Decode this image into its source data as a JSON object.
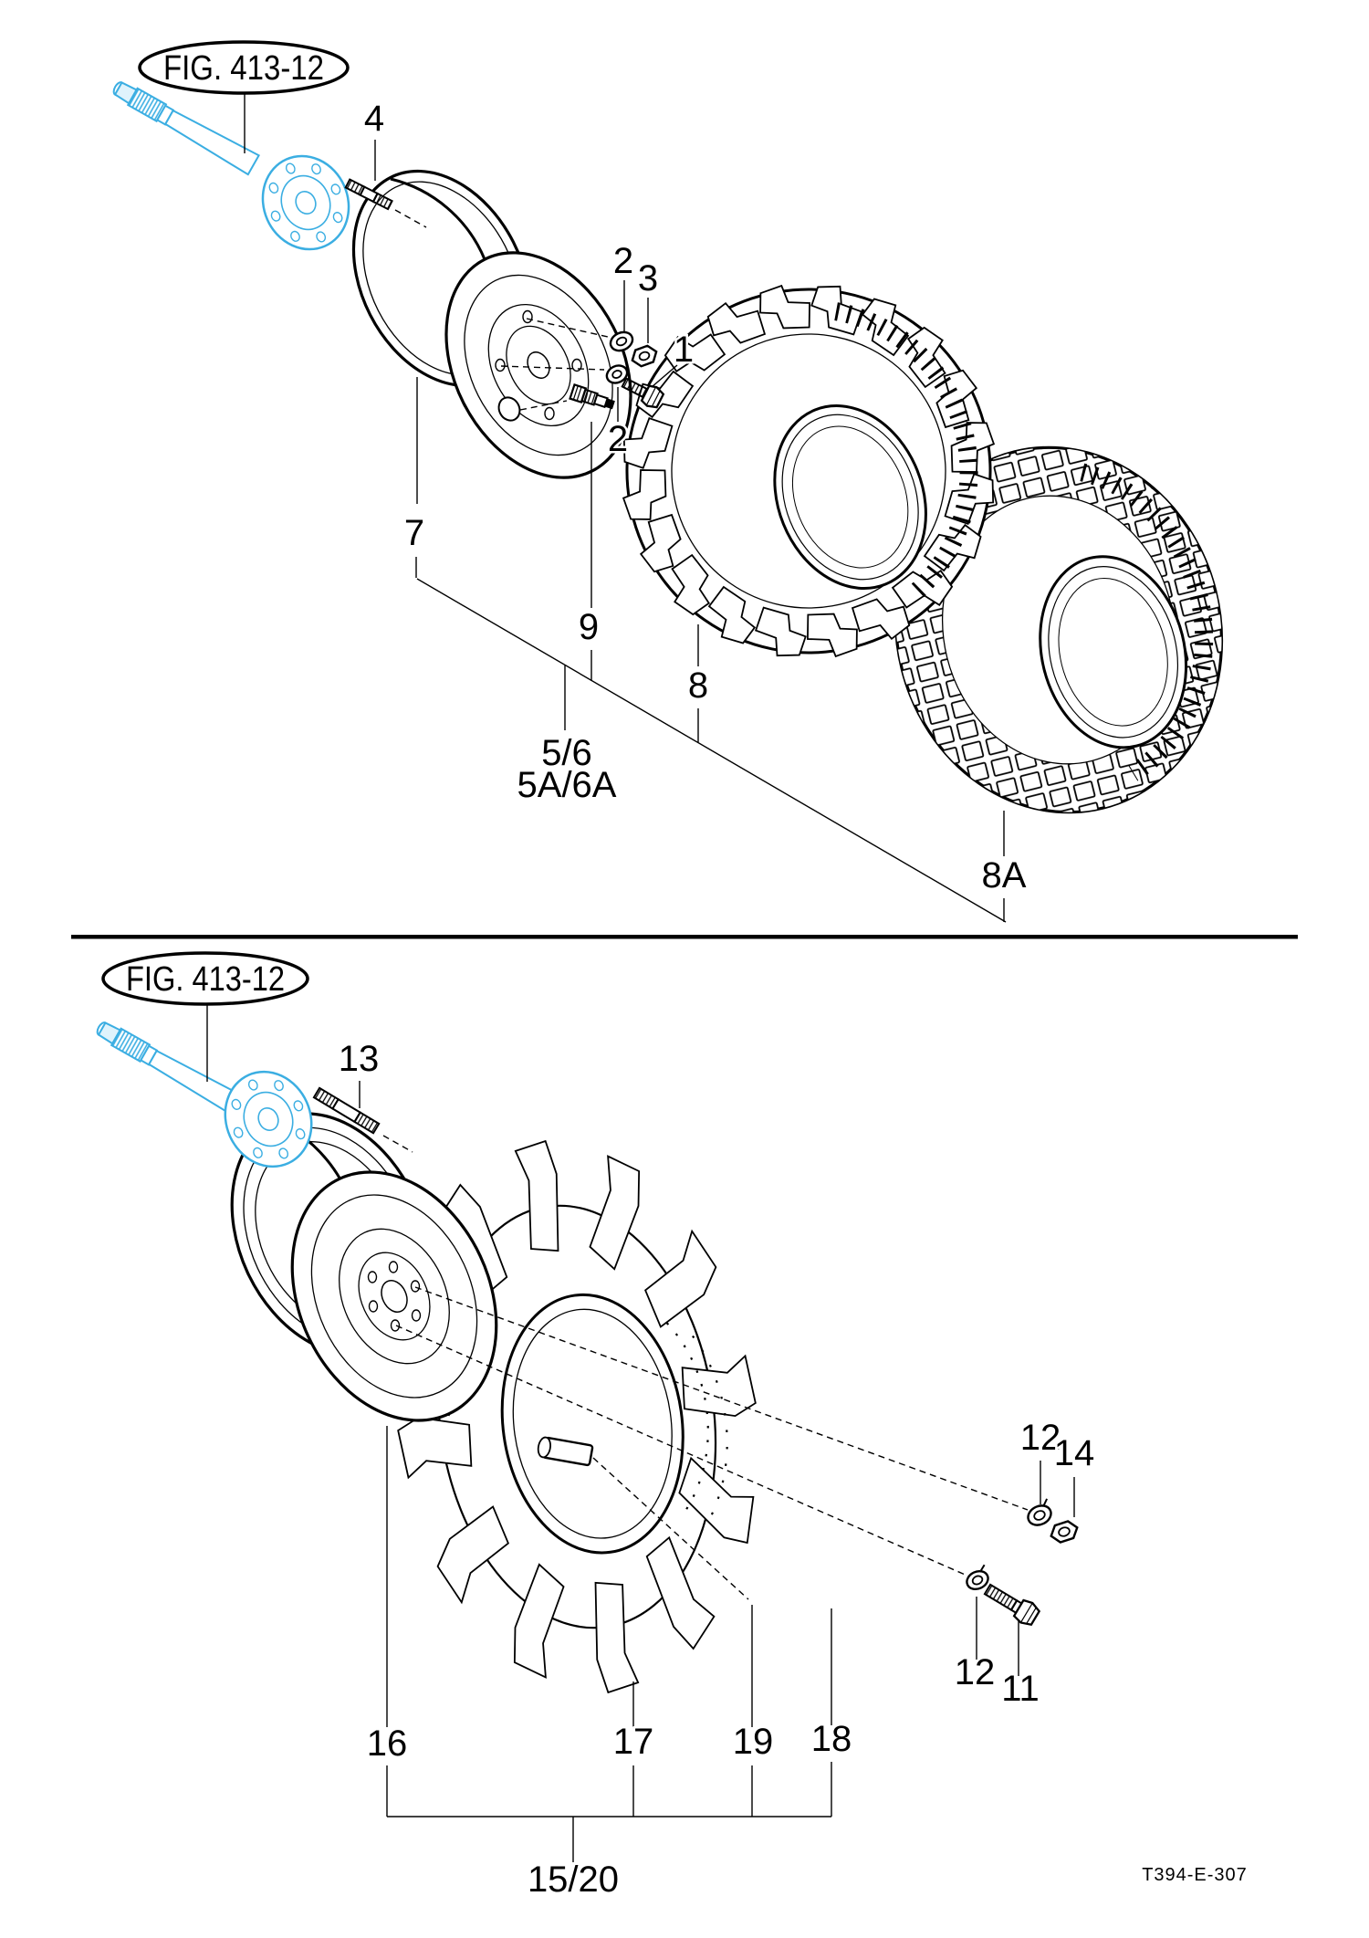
{
  "colors": {
    "axle_highlight": "#3BAEE2",
    "line": "#000000"
  },
  "top_view": {
    "fig_label": "FIG. 413-12",
    "callouts": {
      "bolt": "1",
      "washer_upper": "2",
      "nut": "3",
      "stud": "4",
      "washer_lower": "2",
      "rim": "7",
      "valve_stem": "9",
      "lug_tire": "8",
      "tire_rim_group": "5/6",
      "tire_rim_group_alt": "5A/6A",
      "turf_tire": "8A"
    }
  },
  "bottom_view": {
    "fig_label": "FIG. 413-12",
    "callouts": {
      "stud": "13",
      "lock_washer_upper": "12",
      "nut": "14",
      "lock_washer_lower": "12",
      "bolt": "11",
      "rim": "16",
      "tire": "17",
      "pin": "19",
      "tube": "18",
      "assembly_group": "15/20"
    }
  },
  "footer": {
    "drawing_code": "T394-E-307"
  }
}
